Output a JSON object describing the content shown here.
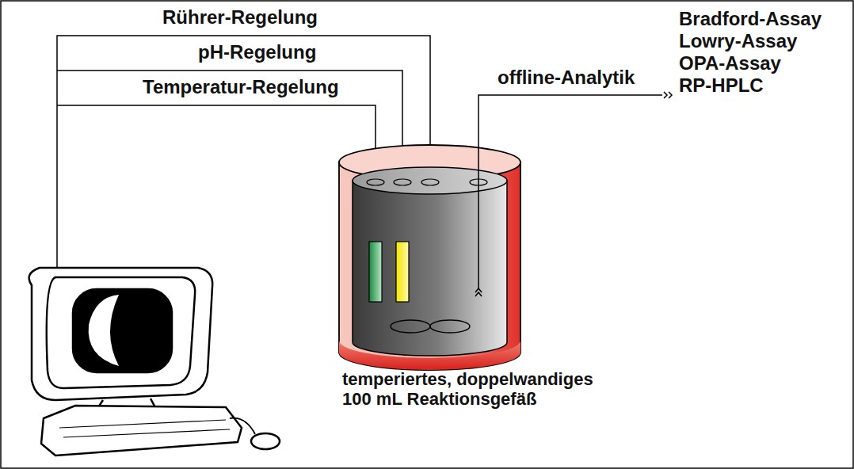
{
  "diagram": {
    "labels": [
      "Rührer-Regelung",
      "pH-Regelung",
      "Temperatur-Regelung",
      "offline-Analytik",
      "Bradford-Assay",
      "Lowry-Assay",
      "OPA-Assay",
      "RP-HPLC",
      "temperiertes, doppelwandiges 100 mL Reaktionsgefäß"
    ]
  }
}
